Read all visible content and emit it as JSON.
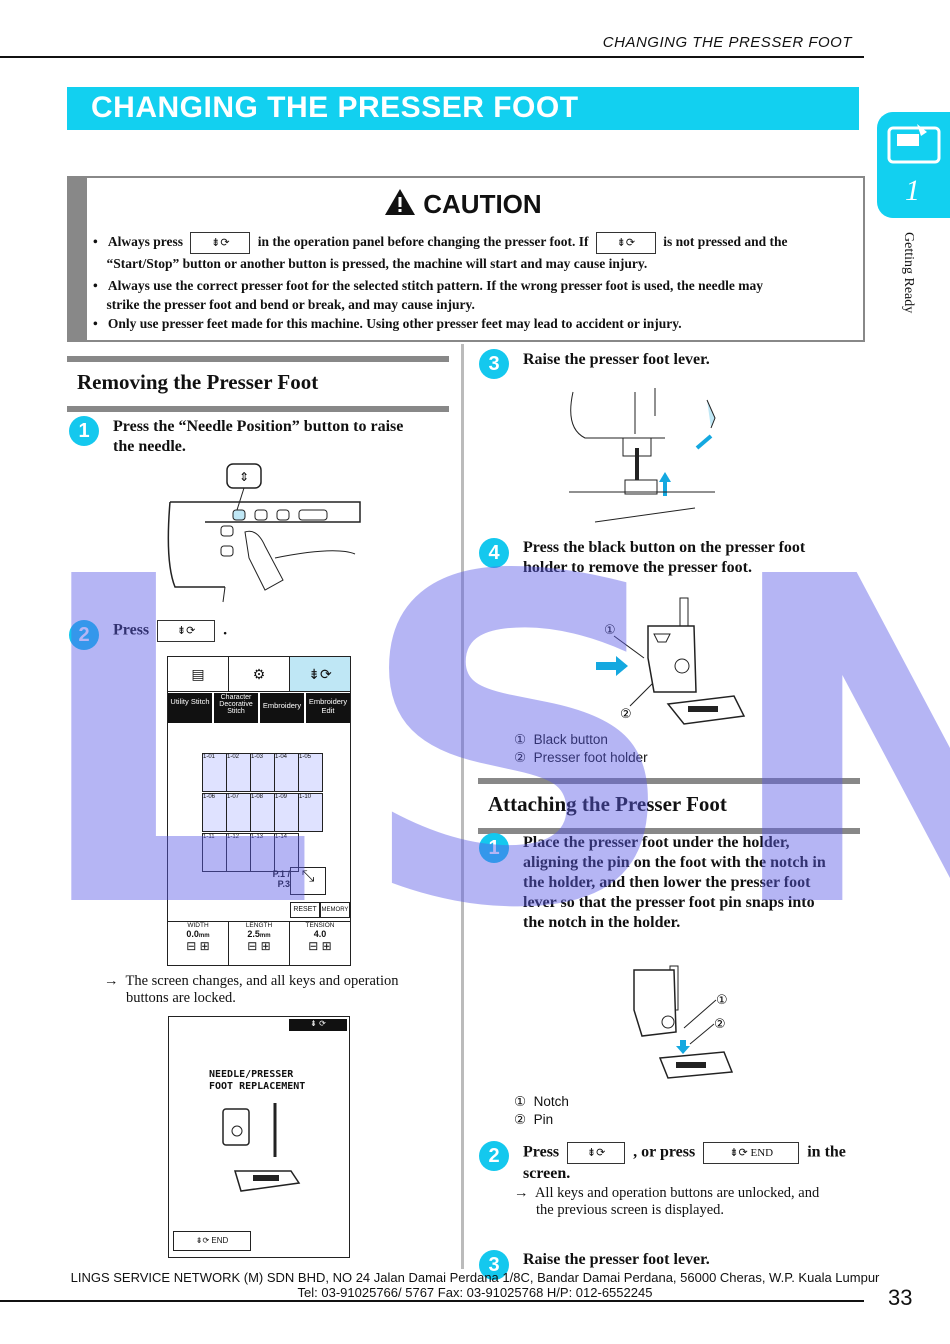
{
  "running_head": "CHANGING THE PRESSER FOOT",
  "title": "CHANGING THE PRESSER FOOT",
  "side_tab": {
    "number": "1",
    "label": "Getting Ready"
  },
  "caution": {
    "heading": "CAUTION",
    "bullets": [
      {
        "pre": "Always press",
        "mid": "in the operation panel before changing the presser foot. If",
        "post": "is not pressed and the",
        "line2": "“Start/Stop” button or another button is pressed, the machine will start and may cause injury."
      },
      {
        "line1": "Always use the correct presser foot for the selected stitch pattern. If the wrong presser foot is used, the needle may",
        "line2": "strike the presser foot and bend or break, and may cause injury."
      },
      {
        "line1": "Only use presser feet made for this machine. Using other presser feet may lead to accident or injury."
      }
    ]
  },
  "removing": {
    "heading": "Removing the Presser Foot",
    "step1": {
      "num": "1",
      "line1": "Press the “Needle Position” button to raise",
      "line2": "the needle."
    },
    "step2": {
      "num": "2",
      "text": "Press",
      "after": "."
    },
    "panel": {
      "tabs": [
        "Utility Stitch",
        "Character Decorative Stitch",
        "Embroidery",
        "Embroidery Edit"
      ],
      "stitches": [
        "1-01",
        "1-02",
        "1-03",
        "1-04",
        "1-05",
        "1-06",
        "1-07",
        "1-08",
        "1-09",
        "1-10",
        "1-11",
        "1-12",
        "1-13",
        "1-14"
      ],
      "page": "P.1 / P.3",
      "reset": "RESET",
      "memory": "MEMORY",
      "width_label": "WIDTH",
      "width_value": "0.0",
      "width_unit": "mm",
      "length_label": "LENGTH",
      "length_value": "2.5",
      "length_unit": "mm",
      "tension_label": "TENSION",
      "tension_value": "4.0"
    },
    "note": {
      "arrow": "→",
      "line1": "The screen changes, and all keys and operation",
      "line2": "buttons are locked."
    },
    "screen2": {
      "text1": "NEEDLE/PRESSER",
      "text2": "FOOT REPLACEMENT",
      "end": "END"
    }
  },
  "right": {
    "step3": {
      "num": "3",
      "text": "Raise the presser foot lever."
    },
    "step4": {
      "num": "4",
      "line1": "Press the black button on the presser foot",
      "line2": "holder to remove the presser foot."
    },
    "legend1": [
      {
        "n": "①",
        "t": "Black button"
      },
      {
        "n": "②",
        "t": "Presser foot holder"
      }
    ],
    "attaching_heading": "Attaching the Presser Foot",
    "a_step1": {
      "num": "1",
      "lines": [
        "Place the presser foot under the holder,",
        "aligning the pin on the foot with the notch in",
        "the holder, and then lower the presser foot",
        "lever so that the presser foot pin snaps into",
        "the notch in the holder."
      ]
    },
    "legend2": [
      {
        "n": "①",
        "t": "Notch"
      },
      {
        "n": "②",
        "t": "Pin"
      }
    ],
    "a_step2": {
      "num": "2",
      "press": "Press",
      "or_press": ", or press",
      "in_the": "in the",
      "line2": "screen.",
      "end": "END"
    },
    "a_note": {
      "arrow": "→",
      "line1": "All keys and operation buttons are unlocked, and",
      "line2": "the previous screen is displayed."
    },
    "a_step3": {
      "num": "3",
      "text": "Raise the presser foot lever."
    }
  },
  "footer": {
    "line1": "LINGS SERVICE NETWORK (M) SDN BHD, NO 24 Jalan Damai Perdana 1/8C, Bandar Damai Perdana, 56000 Cheras, W.P. Kuala Lumpur",
    "line2": "Tel: 03-91025766/ 5767     Fax: 03-91025768     H/P: 012-6552245"
  },
  "page_number": "33",
  "watermark": "LSN"
}
